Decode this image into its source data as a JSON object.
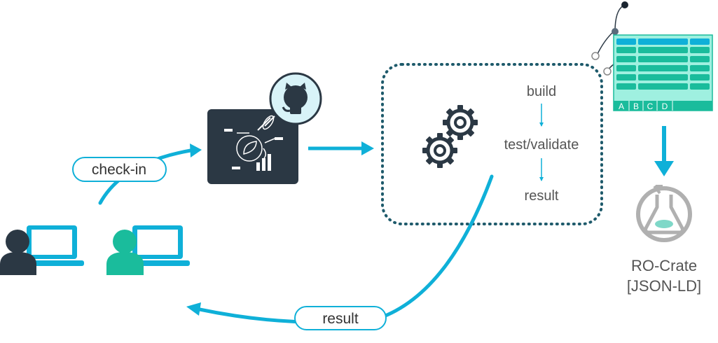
{
  "labels": {
    "checkin": "check-in",
    "build": "build",
    "test": "test/validate",
    "result_step": "result",
    "result_return": "result",
    "rocrate_line1": "RO-Crate",
    "rocrate_line2": "[JSON-LD]"
  },
  "table_columns": [
    "A",
    "B",
    "C",
    "D"
  ],
  "colors": {
    "accent": "#0fb0d8",
    "dark": "#2b3844",
    "green": "#1abc9c",
    "teal_dots": "#1e5a6b",
    "table_fill": "#9ff0e0",
    "grey": "#b0b0b0"
  },
  "icons": [
    "user-icon",
    "laptop-icon",
    "github-icon",
    "workflow-icon",
    "gear-icon",
    "table-icon",
    "ro-crate-icon",
    "arrow-icon"
  ]
}
